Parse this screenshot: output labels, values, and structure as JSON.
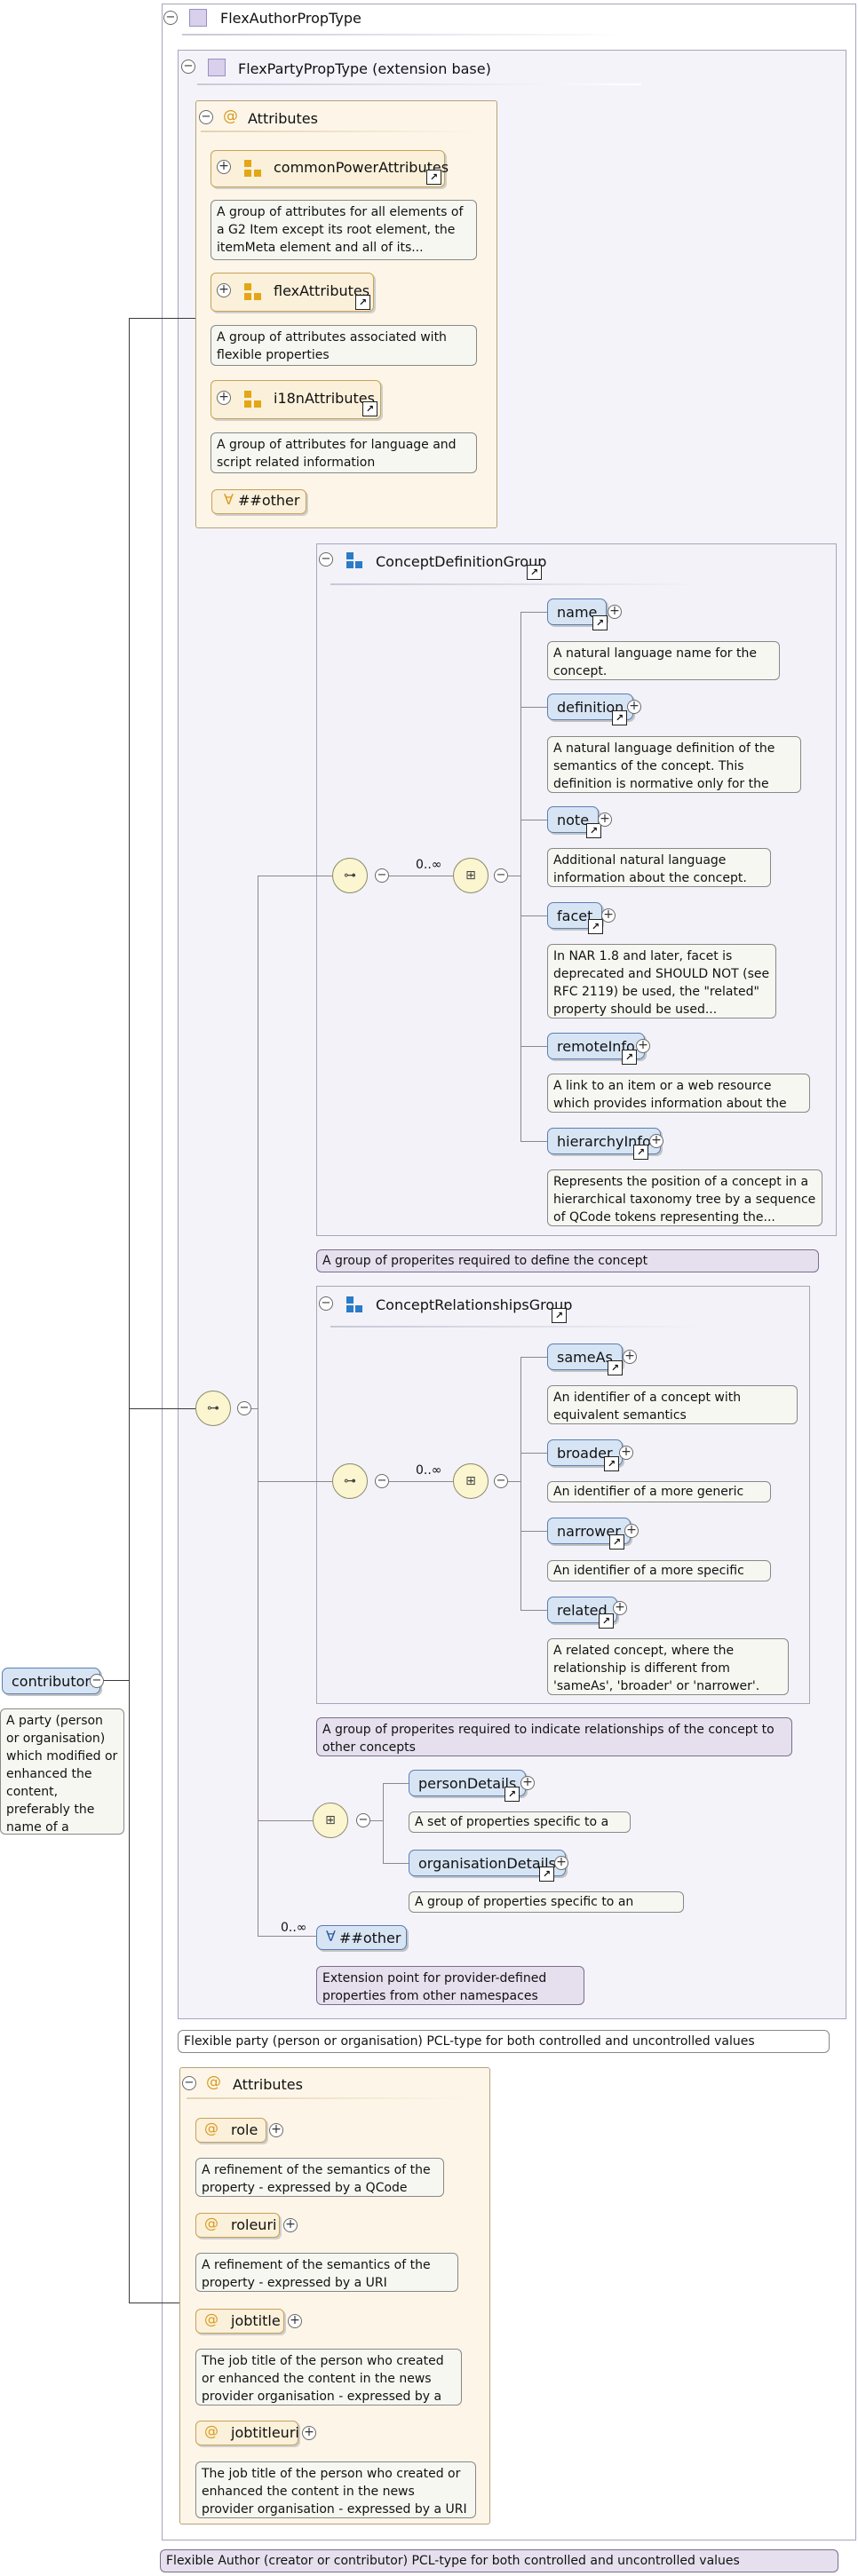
{
  "root": {
    "title": "FlexAuthorPropType",
    "doc": "Flexible Author (creator or contributor) PCL-type for both controlled and uncontrolled values"
  },
  "base": {
    "title": "FlexPartyPropType (extension base)",
    "doc": "Flexible party (person or organisation) PCL-type for both controlled and uncontrolled values"
  },
  "attrs1": {
    "title": "Attributes",
    "groups": [
      {
        "name": "commonPowerAttributes",
        "doc": "A group of attributes for all elements of a G2 Item except its root element, the itemMeta element and all of its..."
      },
      {
        "name": "flexAttributes",
        "doc": "A group of attributes associated with flexible properties"
      },
      {
        "name": "i18nAttributes",
        "doc": "A group of attributes for language and script related information"
      }
    ],
    "other": "##other"
  },
  "cdg": {
    "title": "ConceptDefinitionGroup",
    "occurs": "0..∞",
    "doc": "A group of properites required to define the concept",
    "elements": [
      {
        "name": "name",
        "doc": "A natural language name for the concept."
      },
      {
        "name": "definition",
        "doc": "A natural language definition of the semantics of the concept. This definition is normative only for the scope of the..."
      },
      {
        "name": "note",
        "doc": "Additional natural language information about the concept."
      },
      {
        "name": "facet",
        "doc": "In NAR 1.8 and later, facet is deprecated and SHOULD NOT (see RFC 2119) be used, the \"related\" property should be used..."
      },
      {
        "name": "remoteInfo",
        "doc": "A link to an item or a web resource which provides information about the concept"
      },
      {
        "name": "hierarchyInfo",
        "doc": "Represents the position of a concept in a hierarchical taxonomy tree by a sequence of QCode tokens representing the..."
      }
    ]
  },
  "crg": {
    "title": "ConceptRelationshipsGroup",
    "occurs": "0..∞",
    "doc": "A group of properites required to indicate relationships of the concept to other concepts",
    "elements": [
      {
        "name": "sameAs",
        "doc": "An identifier of a concept with equivalent semantics"
      },
      {
        "name": "broader",
        "doc": "An identifier of a more generic concept."
      },
      {
        "name": "narrower",
        "doc": "An identifier of a more specific concept."
      },
      {
        "name": "related",
        "doc": "A related concept, where the relationship is different from 'sameAs', 'broader' or 'narrower'."
      }
    ]
  },
  "choice": {
    "elements": [
      {
        "name": "personDetails",
        "doc": "A set of properties specific to a person"
      },
      {
        "name": "organisationDetails",
        "doc": "A group of properties specific to an organisation"
      }
    ]
  },
  "any": {
    "occurs": "0..∞",
    "label": "##other",
    "doc": "Extension point for provider-defined properties from other namespaces"
  },
  "attrs2": {
    "title": "Attributes",
    "items": [
      {
        "name": "role",
        "doc": "A refinement of the semantics of the property - expressed by a QCode"
      },
      {
        "name": "roleuri",
        "doc": "A refinement of the semantics of the property - expressed by a URI"
      },
      {
        "name": "jobtitle",
        "doc": "The job title of the person who created or enhanced the content in the news provider organisation - expressed by a QCode"
      },
      {
        "name": "jobtitleuri",
        "doc": "The job title of the person who created or enhanced the content in the news provider organisation - expressed by a URI"
      }
    ]
  },
  "contributor": {
    "name": "contributor",
    "doc": "A party (person or organisation) which modified or enhanced the content, preferably the name of a person."
  },
  "glyphs": {
    "collapse": "−",
    "expand": "+",
    "link": "↗",
    "any": "∀",
    "attr": "@"
  }
}
